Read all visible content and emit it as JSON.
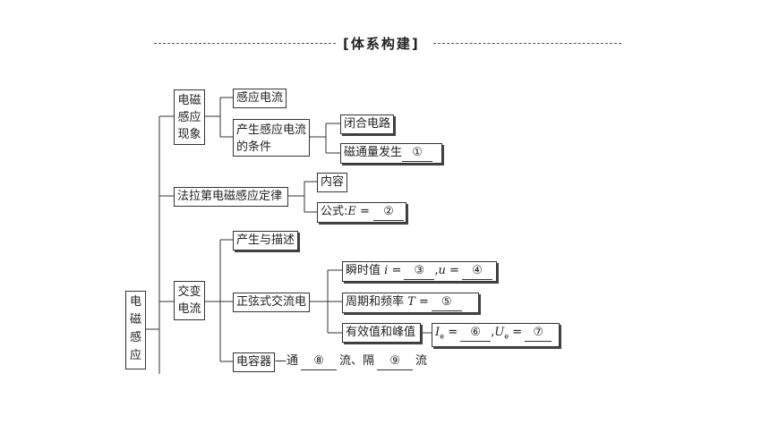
{
  "header": {
    "title": "[体系构建]"
  },
  "root": {
    "label": "电磁感应"
  },
  "branch1": {
    "label": "电磁感应现象",
    "child_current": "感应电流",
    "child_condition": "产生感应电流的条件",
    "closed_circuit": "闭合电路",
    "flux_change": "磁通量发生",
    "blank1": "①"
  },
  "branch2": {
    "label": "法拉第电磁感应定律",
    "content": "内容",
    "formula_prefix": "公式:",
    "formula_var": "E",
    "formula_eq": " =",
    "blank2": "②"
  },
  "branch3": {
    "label": "交变电流",
    "produce": "产生与描述",
    "sine": "正弦式交流电",
    "instant_label": "瞬时值",
    "instant_i": "i",
    "instant_eq": " =",
    "blank3": "③",
    "instant_sep": ",",
    "instant_u": "u",
    "instant_eq2": " =",
    "blank4": "④",
    "period_label": "周期和频率",
    "period_T": "T",
    "period_eq": " =",
    "blank5": "⑤",
    "eff_label": "有效值和峰值",
    "eff_I": "I",
    "eff_sub": "e",
    "eff_eq": " =",
    "blank6": "⑥",
    "eff_sep": ",",
    "eff_U": "U",
    "eff_sub2": "e",
    "eff_eq2": " =",
    "blank7": "⑦",
    "capacitor": "电容器",
    "cap_pass": "—通",
    "blank8": "⑧",
    "cap_block": "流、隔",
    "blank9": "⑨",
    "cap_end": "流"
  }
}
